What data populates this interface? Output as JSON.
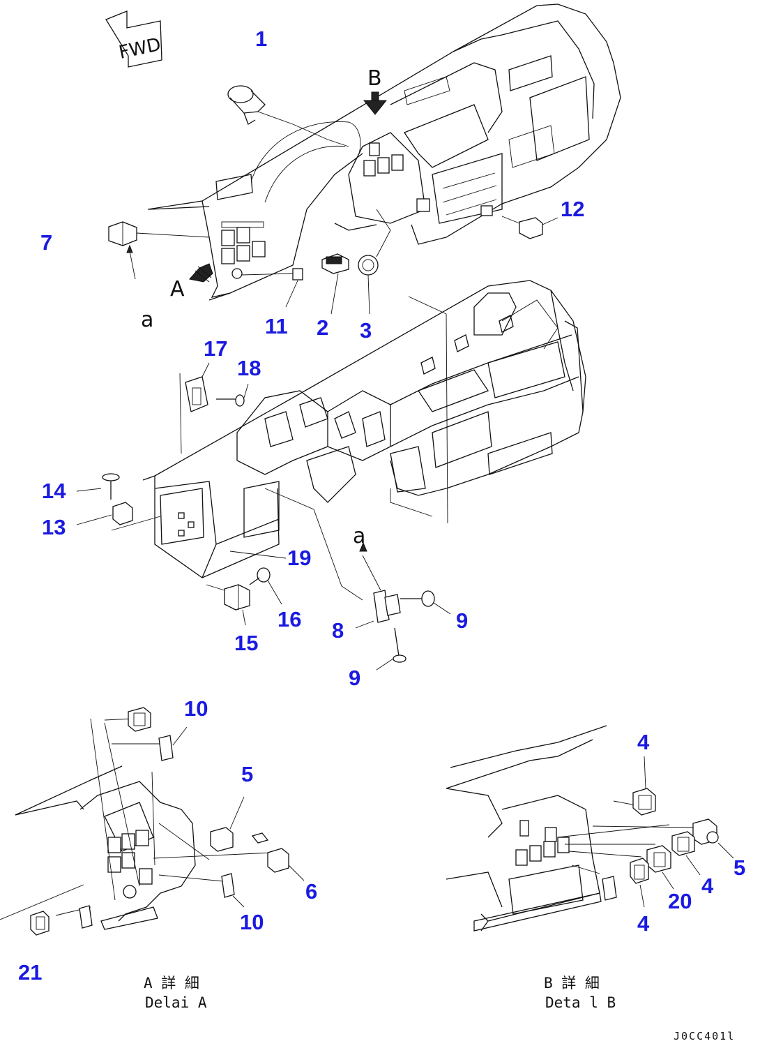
{
  "direction_marker": "FWD",
  "view_letters": {
    "a_top": "a",
    "a_bottom": "a",
    "A_view": "A",
    "B_view": "B"
  },
  "callouts": {
    "c1": "1",
    "c2": "2",
    "c3": "3",
    "c7": "7",
    "c11": "11",
    "c12": "12",
    "c17": "17",
    "c18": "18",
    "c14": "14",
    "c13": "13",
    "c19": "19",
    "c16": "16",
    "c15": "15",
    "c8": "8",
    "c9a": "9",
    "c9b": "9",
    "c10a": "10",
    "c5a": "5",
    "c6": "6",
    "c10b": "10",
    "c21": "21",
    "c4a": "4",
    "c5b": "5",
    "c4b": "4",
    "c20": "20",
    "c4c": "4"
  },
  "captions": {
    "detail_a_jp": "A 詳 細",
    "detail_a_en": "Delai  A",
    "detail_b_jp": "B 詳 細",
    "detail_b_en": "Deta l B"
  },
  "drawing_code": "J0CC401l",
  "colors": {
    "callout": "#1a1ae0",
    "line": "#111111",
    "background": "#ffffff"
  }
}
